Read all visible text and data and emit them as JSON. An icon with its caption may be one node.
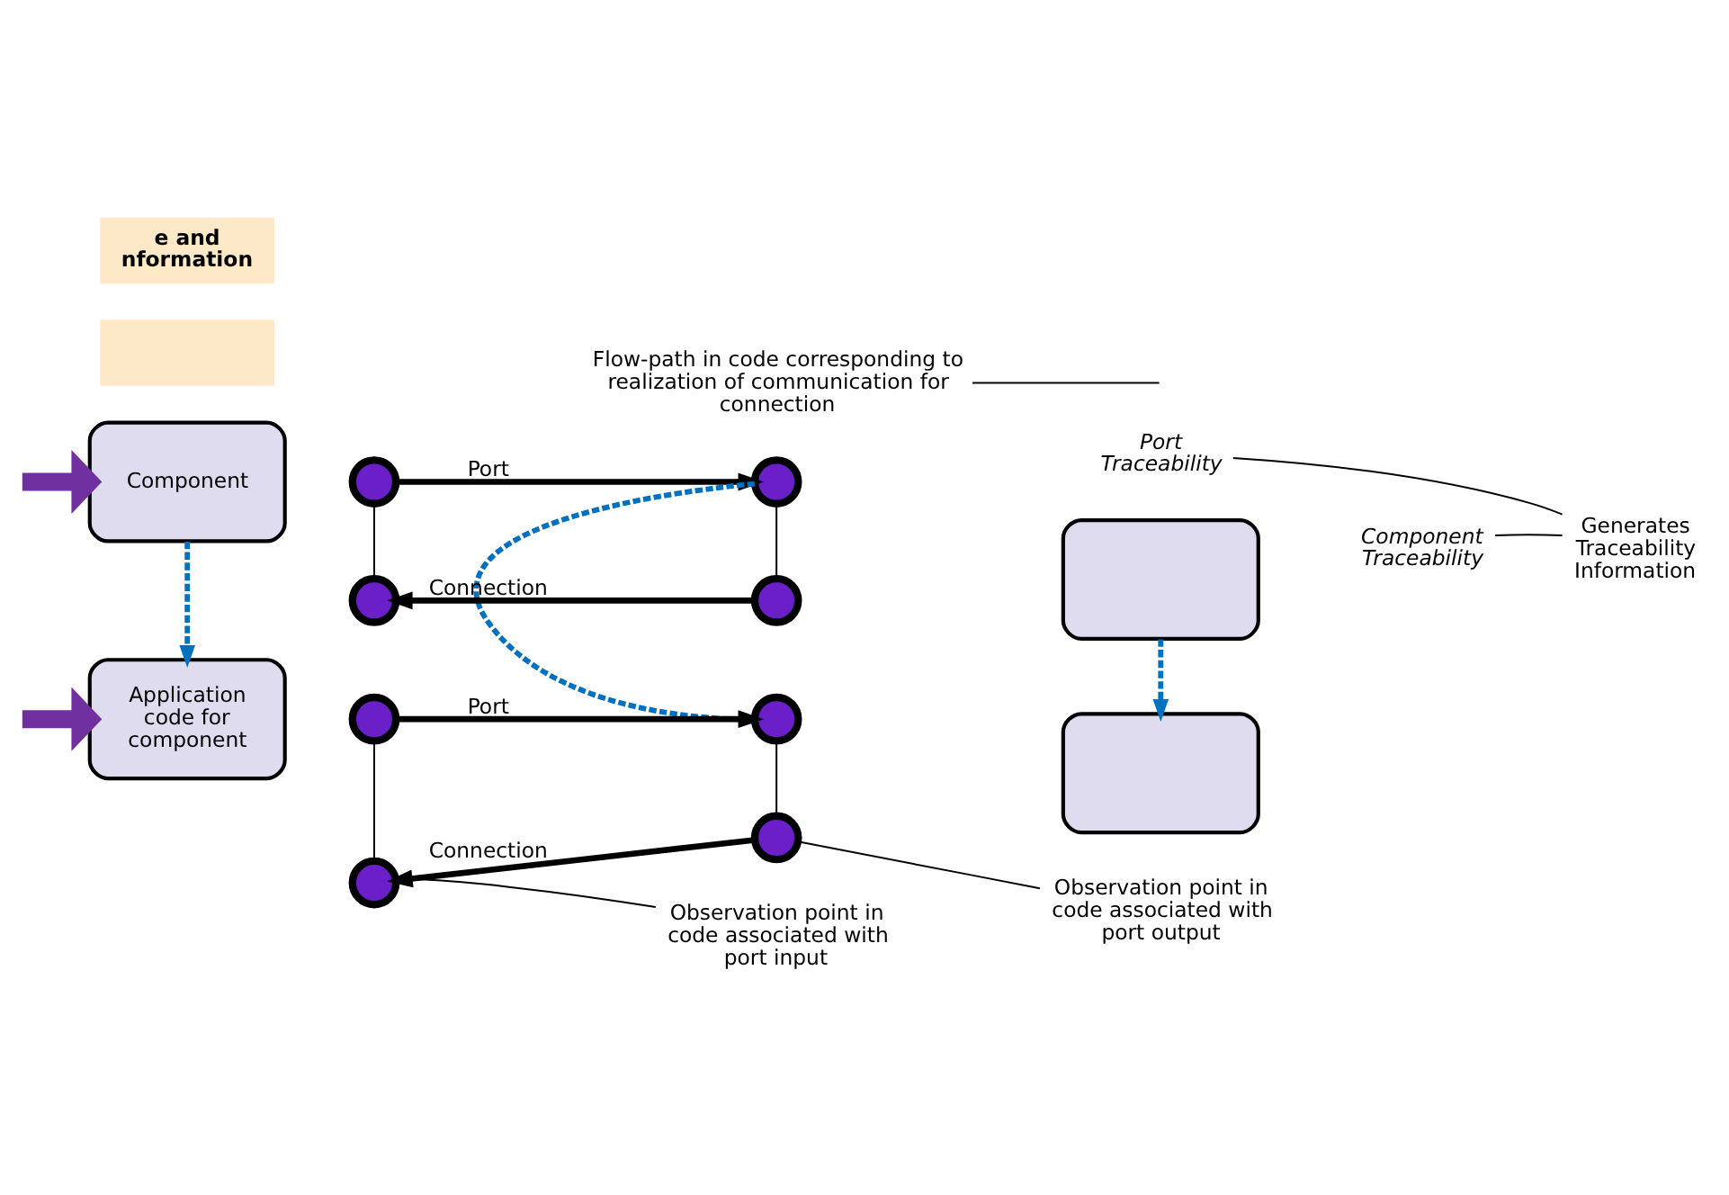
{
  "diagram": {
    "nodes": [
      {
        "text": [
          "Component"
        ]
      },
      {
        "text": [],
        "shape": "circle"
      },
      {
        "text": [],
        "shape": "circle"
      },
      {
        "text": [],
        "shape": "box"
      },
      {
        "text": [],
        "shape": "circle"
      },
      {
        "text": [],
        "shape": "circle"
      },
      {
        "text": [
          "Flow-path in code corresponding to realization of communication for connection"
        ]
      },
      {
        "text": [
          "Port Traceability"
        ]
      },
      {
        "text": [
          "Component Traceability"
        ]
      },
      {
        "text": [
          "Generates Traceability Information"
        ]
      },
      {
        "text": [
          "Application code for component"
        ]
      },
      {
        "text": [],
        "shape": "circle"
      },
      {
        "text": [],
        "shape": "circle"
      },
      {
        "text": [],
        "shape": "box"
      },
      {
        "text": [],
        "shape": "circle"
      },
      {
        "text": [],
        "shape": "circle"
      },
      {
        "text": [
          "Observation point in code associated with port input"
        ]
      },
      {
        "text": [
          "Observation point in code associated with port output"
        ]
      },
      {
        "text": [],
        "shape": "box"
      },
      {
        "text": [
          "e and nformation"
        ]
      }
    ],
    "edges": [
      {
        "from": null,
        "to": 0,
        "arrow": "to",
        "style": "thick",
        "color": "#7030a0"
      },
      {
        "from": 1,
        "to": 4,
        "arrow": "to",
        "label": "Port",
        "style": "thick"
      },
      {
        "from": 5,
        "to": 2,
        "arrow": "to",
        "label": "Connection",
        "style": "thick"
      },
      {
        "from": 1,
        "to": 2,
        "arrow": "none"
      },
      {
        "from": 4,
        "to": 5,
        "arrow": "none"
      },
      {
        "from": 0,
        "to": 10,
        "arrow": "to",
        "style": "dashed",
        "color": "#0070c0"
      },
      {
        "from": 4,
        "to": 14,
        "arrow": "to",
        "style": "dashed",
        "color": "#0070c0"
      },
      {
        "from": 3,
        "to": 13,
        "arrow": "to",
        "style": "dashed",
        "color": "#0070c0"
      },
      {
        "from": 9,
        "to": 7,
        "arrow": "none"
      },
      {
        "from": 9,
        "to": 8,
        "arrow": "none"
      },
      {
        "from": 6,
        "to": null,
        "arrow": "none"
      },
      {
        "from": null,
        "to": 10,
        "arrow": "to",
        "style": "thick",
        "color": "#7030a0"
      },
      {
        "from": 11,
        "to": 14,
        "arrow": "to",
        "label": "Port",
        "style": "thick"
      },
      {
        "from": 15,
        "to": 12,
        "arrow": "to",
        "label": "Connection",
        "style": "thick"
      },
      {
        "from": 11,
        "to": 12,
        "arrow": "none"
      },
      {
        "from": 14,
        "to": 15,
        "arrow": "none"
      },
      {
        "from": 16,
        "to": 12,
        "arrow": "none"
      },
      {
        "from": 17,
        "to": 15,
        "arrow": "none"
      }
    ]
  }
}
